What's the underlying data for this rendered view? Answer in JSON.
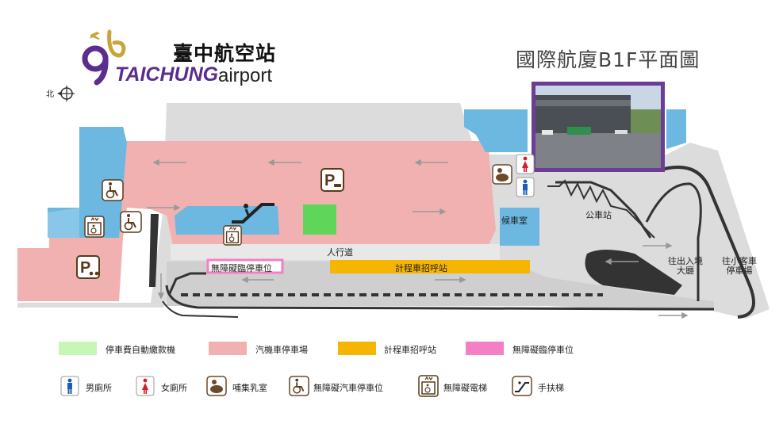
{
  "logo": {
    "name_zh": "臺中航空站",
    "name_en_main": "TAICHUNG",
    "name_en_sub": "airport"
  },
  "map_title": "國際航廈B1F平面圖",
  "north_label": "北",
  "labels": {
    "walkway": "人行道",
    "accessible_parking": "無障礙臨停車位",
    "taxi_stand": "計程車招呼站",
    "waiting_room": "候車室",
    "bus_stop": "公車站",
    "to_arrival_hall": "往出入境\n大廳",
    "to_minibus_parking": "往小客車\n停車場"
  },
  "legend": {
    "pay_station": "停車費自動繳款機",
    "car_parking": "汽機車停車場",
    "taxi": "計程車招呼站",
    "accessible_bay": "無障礙臨停車位",
    "mens_toilet": "男廁所",
    "womens_toilet": "女廁所",
    "nursing_room": "哺集乳室",
    "accessible_car_space": "無障礙汽車停車位",
    "accessible_elevator": "無障礙電梯",
    "escalator": "手扶梯"
  },
  "colors": {
    "parking": "#f2b1b1",
    "building": "#6cb8e0",
    "pay_station": "#5fd65a",
    "taxi": "#f5b500",
    "accessible_bay": "#f47fc6",
    "road": "#d6d6d6",
    "purple": "#6b3d96",
    "mens": "#1a5fb4",
    "womens": "#d7192a",
    "facility_icon": "#6a4a2a"
  },
  "icons": {
    "north": "compass-icon",
    "parking": "parking-p-icon",
    "motorcycle_parking": "motorcycle-parking-icon",
    "wheelchair": "wheelchair-icon",
    "elevator": "accessible-elevator-icon",
    "escalator": "escalator-icon",
    "mens": "mens-toilet-icon",
    "womens": "womens-toilet-icon",
    "nursing": "nursing-room-icon"
  }
}
